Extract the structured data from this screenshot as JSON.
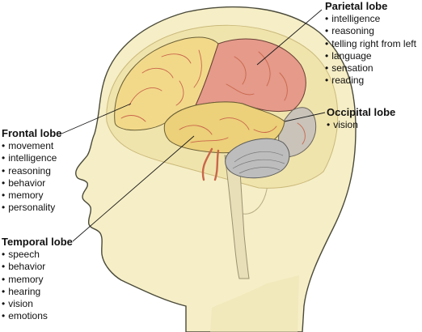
{
  "lobes": {
    "parietal": {
      "title": "Parietal lobe",
      "functions": [
        "intelligence",
        "reasoning",
        "telling right from left",
        "language",
        "sensation",
        "reading"
      ],
      "color": "#e59a8a"
    },
    "occipital": {
      "title": "Occipital lobe",
      "functions": [
        "vision"
      ],
      "color": "#c9c3ba"
    },
    "frontal": {
      "title": "Frontal lobe",
      "functions": [
        "movement",
        "intelligence",
        "reasoning",
        "behavior",
        "memory",
        "personality"
      ],
      "color": "#f2d98a"
    },
    "temporal": {
      "title": "Temporal lobe",
      "functions": [
        "speech",
        "behavior",
        "memory",
        "hearing",
        "vision",
        "emotions"
      ],
      "color": "#ecd07a"
    }
  },
  "colors": {
    "skin": "#f6eec6",
    "skin_outline": "#4a4a3a",
    "skull": "#f0e4ad",
    "cerebellum": "#bdbdbd",
    "brainstem": "#e8dfb8",
    "vessel": "#c9664a"
  }
}
